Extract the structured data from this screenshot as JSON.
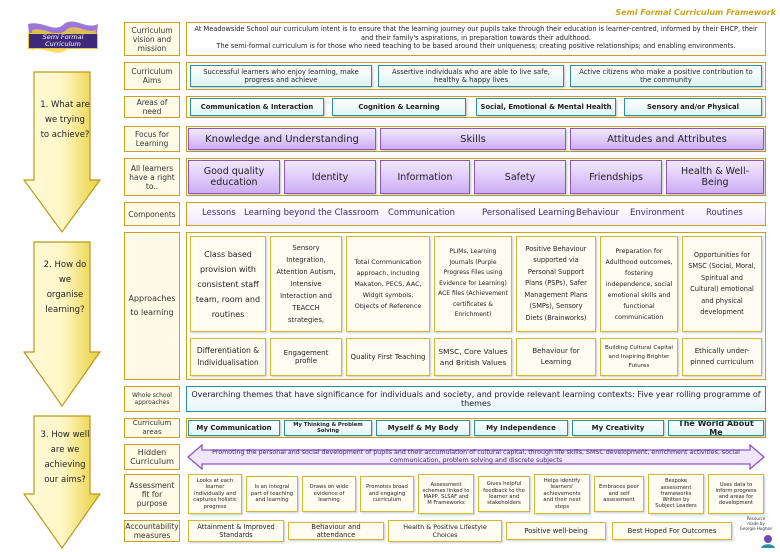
{
  "framework_title": "Semi Formal Curriculum Framework",
  "logo": {
    "line1": "Semi Formal",
    "line2": "Curriculum"
  },
  "arrows": [
    {
      "label": "1. What are we trying to achieve?"
    },
    {
      "label": "2. How do we organise learning?"
    },
    {
      "label": "3. How well are we achieving our aims?"
    }
  ],
  "rows": {
    "vision": {
      "header": "Curriculum vision and mission",
      "text_html": "At Meadowside School our curriculum intent is to ensure that the learning journey our pupils take through their education is learner-centred, informed by their EHCP, their and their family's aspirations, in preparation towards their adulthood.",
      "text2": "The semi-formal curriculum is for those who need teaching to be based around their uniqueness; creating positive relationships; and enabling environments."
    },
    "aims": {
      "header": "Curriculum Aims",
      "items": [
        "Successful learners who enjoy learning, make progress and achieve",
        "Assertive individuals who are able to live safe, healthy & happy lives",
        "Active citizens who make a positive contribution to the community"
      ]
    },
    "areas": {
      "header": "Areas of need",
      "items": [
        "Communication & Interaction",
        "Cognition & Learning",
        "Social, Emotional & Mental Health",
        "Sensory and/or Physical"
      ]
    },
    "focus": {
      "header": "Focus for Learning",
      "items": [
        "Knowledge and Understanding",
        "Skills",
        "Attitudes and Attributes"
      ]
    },
    "rights": {
      "header": "All learners have a right to..",
      "items": [
        "Good quality education",
        "Identity",
        "Information",
        "Safety",
        "Friendships",
        "Health & Well-Being"
      ]
    },
    "components": {
      "header": "Components",
      "items": [
        "Lessons",
        "Learning beyond the Classroom",
        "Communication",
        "Personalised Learning",
        "Behaviour",
        "Environment",
        "Routines"
      ]
    },
    "approaches": {
      "header": "Approaches to learning",
      "top": [
        "Class based provision with consistent staff team, room and routines",
        "Sensory Integration, Attention Autism, Intensive Interaction and TEACCH strategies,",
        "Total Communication approach, including Makaton, PECS, AAC, Widgit symbols, Objects of Reference",
        "PLIMs, Learning Journals (Purple Progress Files using Evidence for Learning) ACE files (Achievement certificates & Enrichment)",
        "Positive Behaviour supported via Personal Support Plans (PSPs), Safer Management Plans (SMPs), Sensory Diets (Brainworks)",
        "Preparation for Adulthood outcomes, fostering independence, social emotional skills and functional communication",
        "Opportunities for SMSC (Social, Moral, Spiritual and Cultural) emotional and physical development"
      ],
      "bottom": [
        "Differentiation & Individualisation",
        "Engagement profile",
        "Quality First Teaching",
        "SMSC, Core Values and British Values",
        "Behaviour for Learning",
        "Building Cultural Capital and Inspiring Brighter Futures",
        "Ethically under-pinned curriculum"
      ]
    },
    "whole_school": {
      "header": "Whole school approaches",
      "text": "Overarching themes that have significance for individuals and society, and provide relevant learning contexts: Five year rolling programme of themes"
    },
    "curriculum_areas": {
      "header": "Curriculum areas",
      "items": [
        "My Communication",
        "My Thinking & Problem Solving",
        "Myself & My Body",
        "My Independence",
        "My Creativity",
        "The World About Me"
      ]
    },
    "hidden": {
      "header": "Hidden Curriculum",
      "text": "Promoting the personal and social development of pupils and their accumulation of cultural capital, through life skills, SMSC development, enrichment activities, social communication, problem solving and discrete subjects"
    },
    "assessment": {
      "header": "Assessment fit for purpose",
      "items": [
        "Looks at each learner individually and captures holistic progress",
        "Is an integral part of teaching and learning",
        "Draws on wide evidence of learning",
        "Promotes broad and engaging curriculum",
        "Assessment schemes linked to MAPP, SLSAF and M Frameworks",
        "Gives helpful feedback to the learner and stakeholders",
        "Helps identify learners' achievements and their next steps",
        "Embraces peer and self assessment",
        "Bespoke assessment frameworks Written by Subject Leaders",
        "Uses data to inform progress and areas for development"
      ]
    },
    "accountability": {
      "header": "Accountability measures",
      "items": [
        "Attainment & Improved Standards",
        "Behaviour and attendance",
        "Health & Positive Lifestyle Choices",
        "Positive well-being",
        "Best Hoped For Outcomes"
      ]
    }
  },
  "footer_logo": {
    "line1": "Resource",
    "line2": "made by",
    "line3": "Georgie Hughes"
  }
}
